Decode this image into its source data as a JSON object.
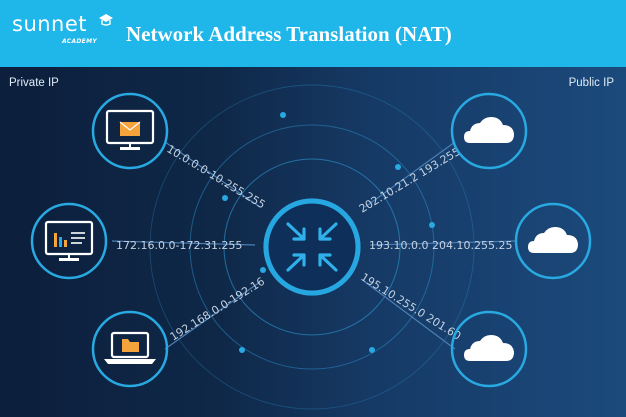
{
  "header": {
    "logo_text": "sunnet",
    "logo_subtext": "ACADEMY",
    "title": "Network Address Translation (NAT)"
  },
  "labels": {
    "private": "Private IP",
    "public": "Public IP"
  },
  "private_ranges": [
    "10.0.0.0-10.255.255",
    "172.16.0.0-172.31.255",
    "192.168.0.0-192.16"
  ],
  "public_ranges": [
    "202.10.21.2 193.255",
    "193.10.0.0 204.10.255.25",
    "195.10.255.0 201.60"
  ],
  "devices": {
    "private": [
      "mail-monitor-icon",
      "dashboard-monitor-icon",
      "folder-laptop-icon"
    ],
    "public": [
      "cloud-icon",
      "cloud-icon",
      "cloud-icon"
    ],
    "center": "nat-router-icon"
  },
  "colors": {
    "header_bg": "#1fb6ea",
    "accent": "#29a9e1",
    "background_dark": "#0c1f3c",
    "background_light": "#1b4a7c"
  }
}
